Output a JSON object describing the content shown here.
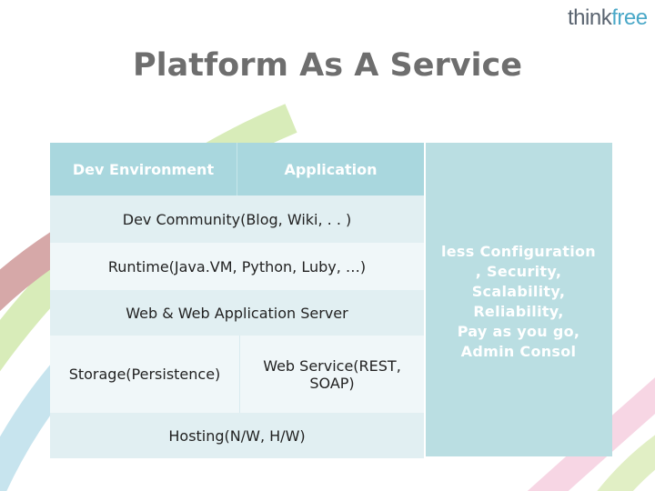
{
  "logo": {
    "part1": "think",
    "part2": "free"
  },
  "title": "Platform As A Service",
  "table": {
    "header": {
      "left": "Dev Environment",
      "right": "Application"
    },
    "rows": {
      "community": "Dev Community(Blog, Wiki, . . )",
      "runtime": "Runtime(Java.VM, Python, Luby, …)",
      "server": "Web & Web Application Server",
      "storage": "Storage(Persistence)",
      "web_service": "Web Service(REST, SOAP)",
      "hosting": "Hosting(N/W, H/W)"
    }
  },
  "side_panel": {
    "lines": [
      "less Configuration",
      ", Security,",
      "Scalability,",
      "Reliability,",
      "Pay as you go,",
      "Admin Consol"
    ]
  },
  "colors": {
    "header_bg": "#a9d7de",
    "row_light": "#e1eff2",
    "row_lighter": "#f0f7f9",
    "side_bg": "#badee2",
    "title": "#6e6e6e"
  }
}
